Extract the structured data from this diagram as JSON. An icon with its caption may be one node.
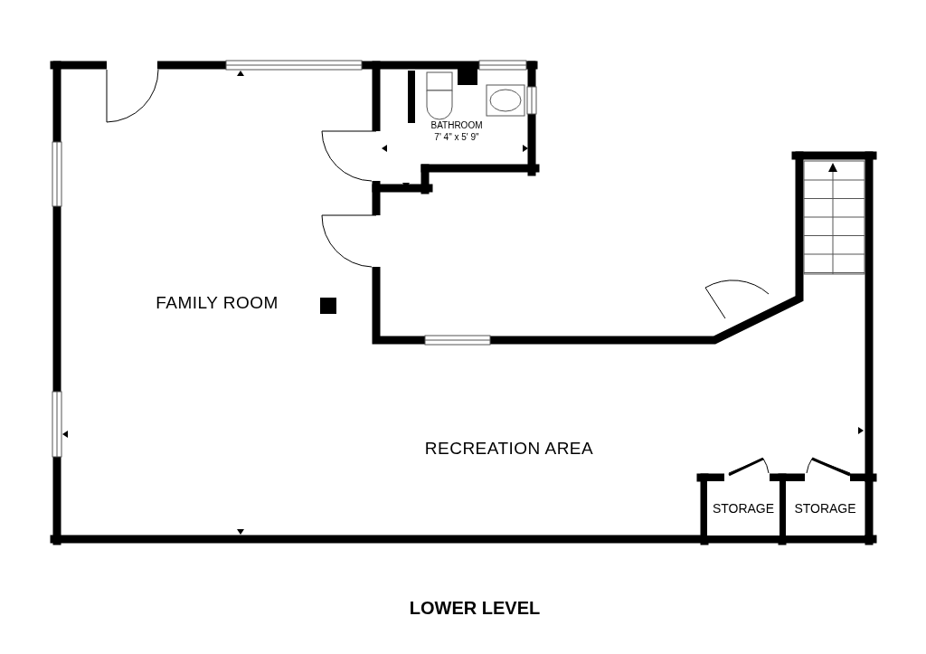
{
  "diagram": {
    "title": "LOWER LEVEL",
    "nodes": [
      {
        "text": [
          "BATHROOM",
          "7' 4\" x 5' 9\""
        ]
      },
      {
        "text": [
          "STORAGE"
        ]
      },
      {
        "text": [
          "STORAGE"
        ]
      }
    ],
    "labels": [
      "FAMILY ROOM",
      "RECREATION AREA"
    ]
  }
}
